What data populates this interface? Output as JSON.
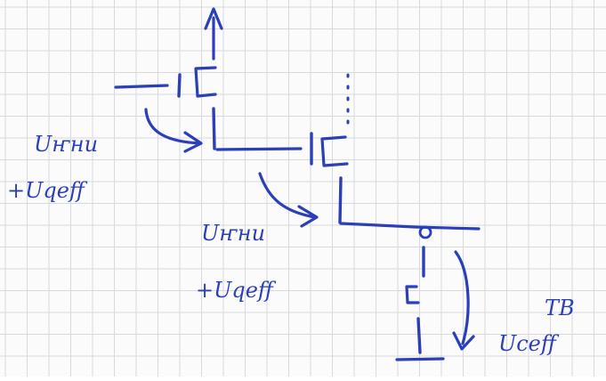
{
  "colors": {
    "paper": "#fbfbfc",
    "grid": "#d7d9dd",
    "ink": "#2a3fb8"
  },
  "annotations": {
    "left_line1": "Uҥни",
    "left_line2": "+Uqeff",
    "middle_line1": "Uҥни",
    "middle_line2": "+Uqeff",
    "right_line1": "TB",
    "right_line2": "Uceff"
  }
}
